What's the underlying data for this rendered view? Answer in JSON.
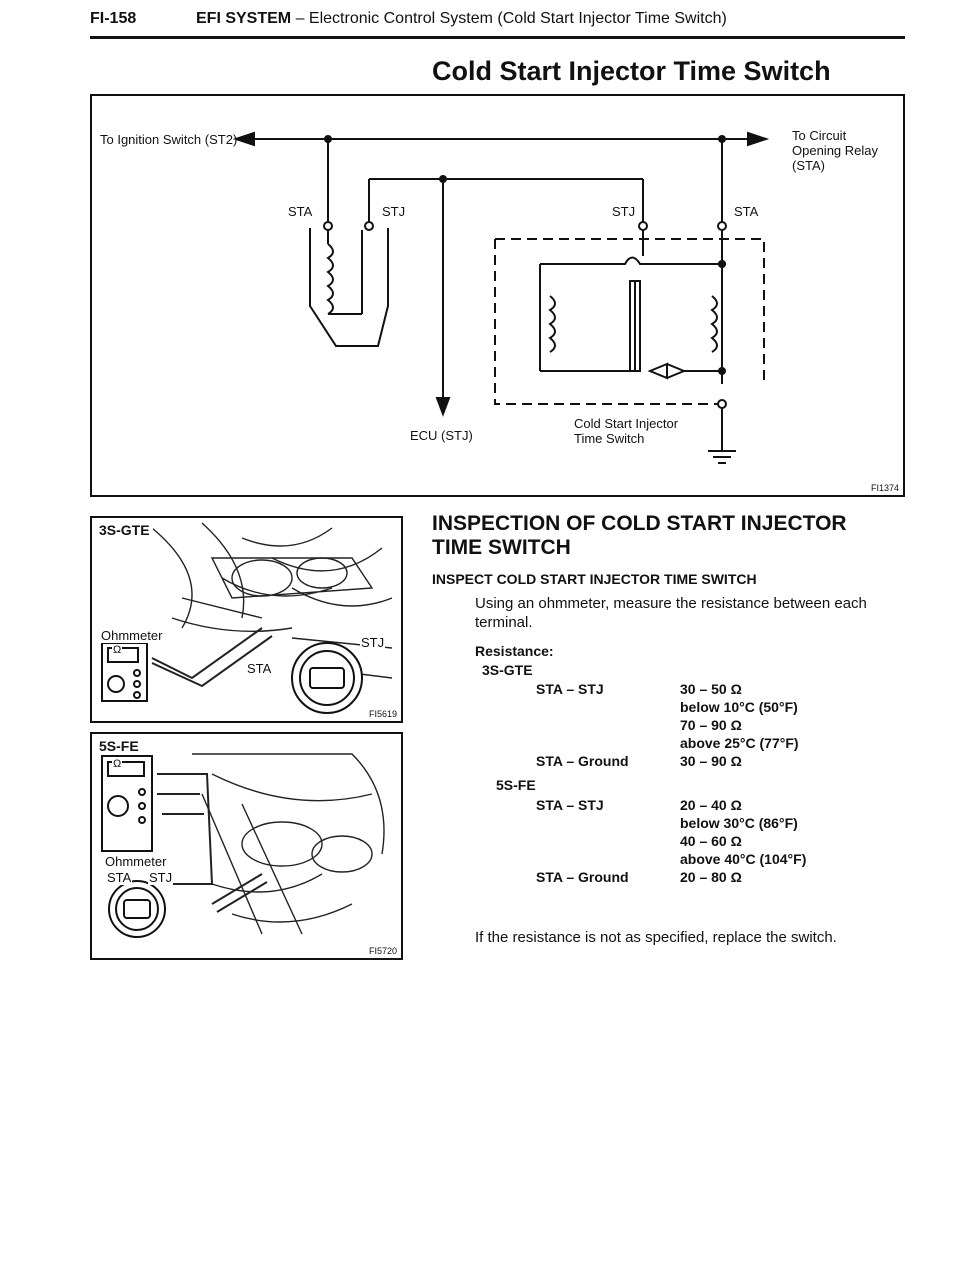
{
  "header": {
    "page_code": "FI-158",
    "title_bold": "EFI SYSTEM",
    "title_rest": " – Electronic Control System (Cold Start Injector Time Switch)"
  },
  "page_title": "Cold Start Injector Time Switch",
  "diagram": {
    "labels": {
      "ignition": "To Ignition Switch (ST2)",
      "circuit_relay_1": "To Circuit",
      "circuit_relay_2": "Opening Relay",
      "circuit_relay_3": "(STA)",
      "sta_left": "STA",
      "stj_left": "STJ",
      "stj_right": "STJ",
      "sta_right": "STA",
      "ecu": "ECU (STJ)",
      "switch_1": "Cold Start Injector",
      "switch_2": "Time Switch"
    },
    "fig_code": "FI1374"
  },
  "photo_3sgte": {
    "tag": "3S-GTE",
    "ohmmeter": "Ohmmeter",
    "omega": "Ω",
    "sta": "STA",
    "stj": "STJ",
    "fig_code": "FI5619"
  },
  "photo_5sfe": {
    "tag": "5S-FE",
    "ohmmeter": "Ohmmeter",
    "omega": "Ω",
    "sta": "STA",
    "stj": "STJ",
    "fig_code": "FI5720"
  },
  "inspection": {
    "heading": "INSPECTION OF COLD START INJECTOR TIME SWITCH",
    "subheading": "INSPECT COLD START INJECTOR TIME SWITCH",
    "intro": "Using an ohmmeter, measure the resistance between each terminal.",
    "resistance_label": "Resistance:",
    "engine_3sgte": "3S-GTE",
    "g1_sta_stj": "STA – STJ",
    "g1_v1": "30 – 50 Ω",
    "g1_v2": "below 10°C (50°F)",
    "g1_v3": "70 – 90 Ω",
    "g1_v4": "above 25°C (77°F)",
    "g1_sta_ground": "STA – Ground",
    "g1_v5": "30 – 90 Ω",
    "engine_5sfe": "5S-FE",
    "g2_sta_stj": "STA – STJ",
    "g2_v1": "20 – 40 Ω",
    "g2_v2": "below 30°C (86°F)",
    "g2_v3": "40 – 60 Ω",
    "g2_v4": "above 40°C (104°F)",
    "g2_sta_ground": "STA – Ground",
    "g2_v5": "20 – 80 Ω",
    "footer": "If the resistance is not as specified, replace the switch."
  }
}
